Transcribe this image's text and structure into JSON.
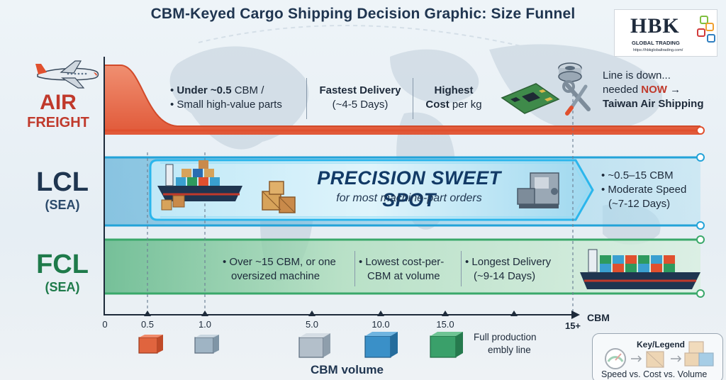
{
  "title": "CBM-Keyed Cargo Shipping Decision Graphic: Size Funnel",
  "logo": {
    "name": "HBK",
    "tagline": "GLOBAL TRADING",
    "url": "https://hbkglobaltrading.com/"
  },
  "modes": {
    "air": {
      "name": "AIR",
      "sub": "FREIGHT",
      "color": "#c0392b"
    },
    "lcl": {
      "name": "LCL",
      "sub": "(SEA)",
      "color": "#1f8fc4"
    },
    "fcl": {
      "name": "FCL",
      "sub": "(SEA)",
      "color": "#2e9a5e"
    }
  },
  "air_band": {
    "point1a_bold": "Under ~0.5",
    "point1a_rest": " CBM /",
    "point1b": "Small high-value parts",
    "point2_line1": "Fastest Delivery",
    "point2_line2": "(~4-5 Days)",
    "point3_line1": "Highest",
    "point3_line2_bold": "Cost",
    "point3_line2_rest": " per kg",
    "note_line1": "Line is down...",
    "note_line2_pre": "needed ",
    "note_line2_em": "NOW",
    "note_line2_post": " →",
    "note_line3": "Taiwan Air Shipping"
  },
  "lcl_band": {
    "headline": "PRECISION SWEET SPOT",
    "subline": "for most machine-part orders",
    "point1": "• ~0.5–15 CBM",
    "point2": "• Moderate Speed",
    "point3": "(~7-12 Days)"
  },
  "fcl_band": {
    "point1_line1": "• Over ~15 CBM, or one",
    "point1_line2": "oversized machine",
    "point2_line1": "• Lowest cost-per-",
    "point2_line2": "CBM at volume",
    "point3_line1": "• Longest Delivery",
    "point3_line2": "(~9-14 Days)"
  },
  "axis": {
    "ticks": [
      "0",
      "0.5",
      "1.0",
      "5.0",
      "10.0",
      "15.0",
      "15+"
    ],
    "unit": "CBM",
    "title": "CBM volume",
    "full_production_line1": "Full production",
    "full_production_line2": "embly line"
  },
  "legend": {
    "title": "Key/Legend",
    "caption": "Speed vs. Cost vs. Volume"
  },
  "icons": [
    "airplane-icon",
    "circuit-board-icon",
    "wrench-icon",
    "cargo-ship-icon",
    "wooden-crate-icon",
    "cnc-machine-icon",
    "container-icon",
    "gauge-icon"
  ]
}
